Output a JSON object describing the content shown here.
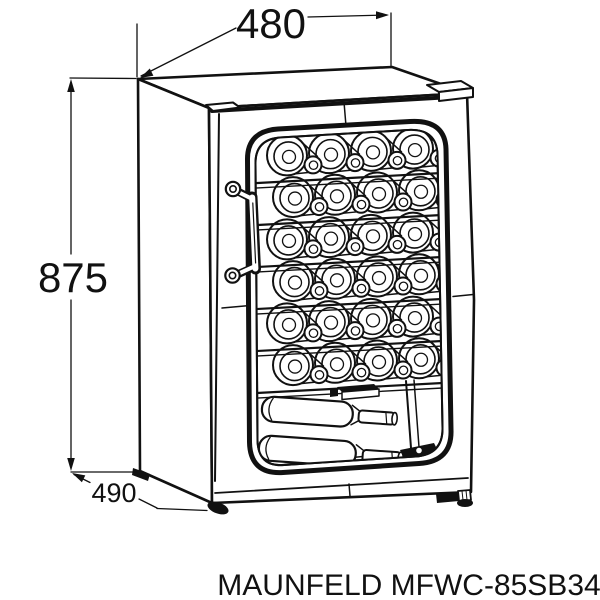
{
  "product_label": "MAUNFELD MFWC-85SB34",
  "dimensions": {
    "width_mm": "480",
    "height_mm": "875",
    "depth_mm": "490"
  },
  "diagram": {
    "type": "technical-dimension-drawing",
    "bottle_rows": 6,
    "bottles_per_row": 4,
    "lying_bottles": 2,
    "line_color": "#111111",
    "background_color": "#ffffff"
  }
}
